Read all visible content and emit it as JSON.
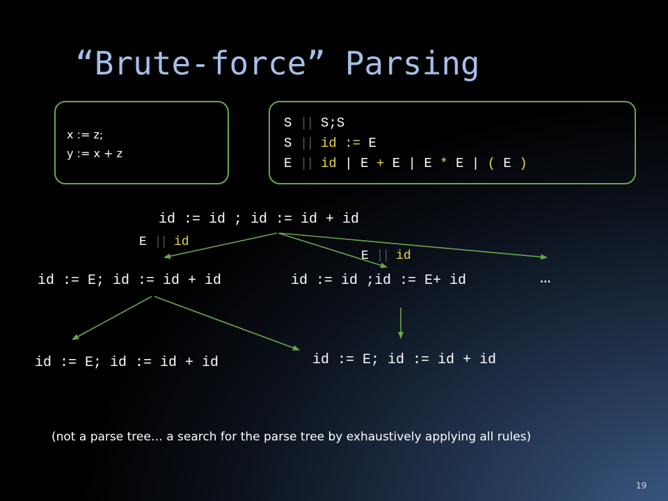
{
  "title": "“Brute-force” Parsing",
  "program": {
    "lines": [
      "x := z;",
      "y := x + z"
    ]
  },
  "grammar": {
    "rule1": {
      "lhs": "S",
      "sep": "||",
      "rhs": "S;S"
    },
    "rule2": {
      "lhs": "S",
      "sep": "||",
      "rhs_id": "id",
      "rhs_assign": ":=",
      "rhs_e": "E"
    },
    "rule3": {
      "lhs": "E",
      "sep": "||",
      "alt_id": "id",
      "bar": "|",
      "e": "E",
      "plus": "+",
      "star": "*",
      "lparen": "(",
      "rparen": ")"
    }
  },
  "root_string": "id := id ; id := id + id",
  "label_left": {
    "lhs": "E",
    "sep": "||",
    "rhs": "id"
  },
  "label_middle": {
    "lhs": "E",
    "sep": "||",
    "rhs": "id"
  },
  "level1": {
    "left": "id := E; id := id + id",
    "middle": "id := id ;id := E+ id",
    "ellipsis": "…"
  },
  "level2": {
    "left": "id := E; id := id + id",
    "right": "id := E; id := id + id"
  },
  "caption": "(not a parse tree… a search for the parse tree by exhaustively applying all rules)",
  "page_number": "19",
  "colors": {
    "title": "#a6bfe6",
    "box_border": "#6aa84f",
    "highlight": "#e8d84a",
    "arrow": "#6aa84f"
  }
}
